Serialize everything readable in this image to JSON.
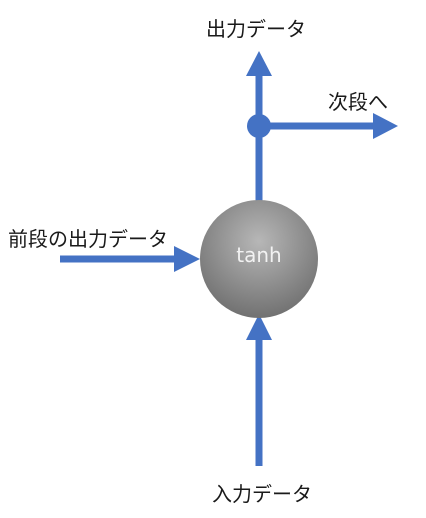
{
  "labels": {
    "output_top": "出力データ",
    "next_stage": "次段へ",
    "prev_output": "前段の出力データ",
    "input": "入力データ"
  },
  "node": {
    "label": "tanh"
  },
  "colors": {
    "arrow": "#4472c4",
    "node_light": "#b4b4b4",
    "node_dark": "#6e6e6e",
    "text": "#1a1a1a"
  }
}
